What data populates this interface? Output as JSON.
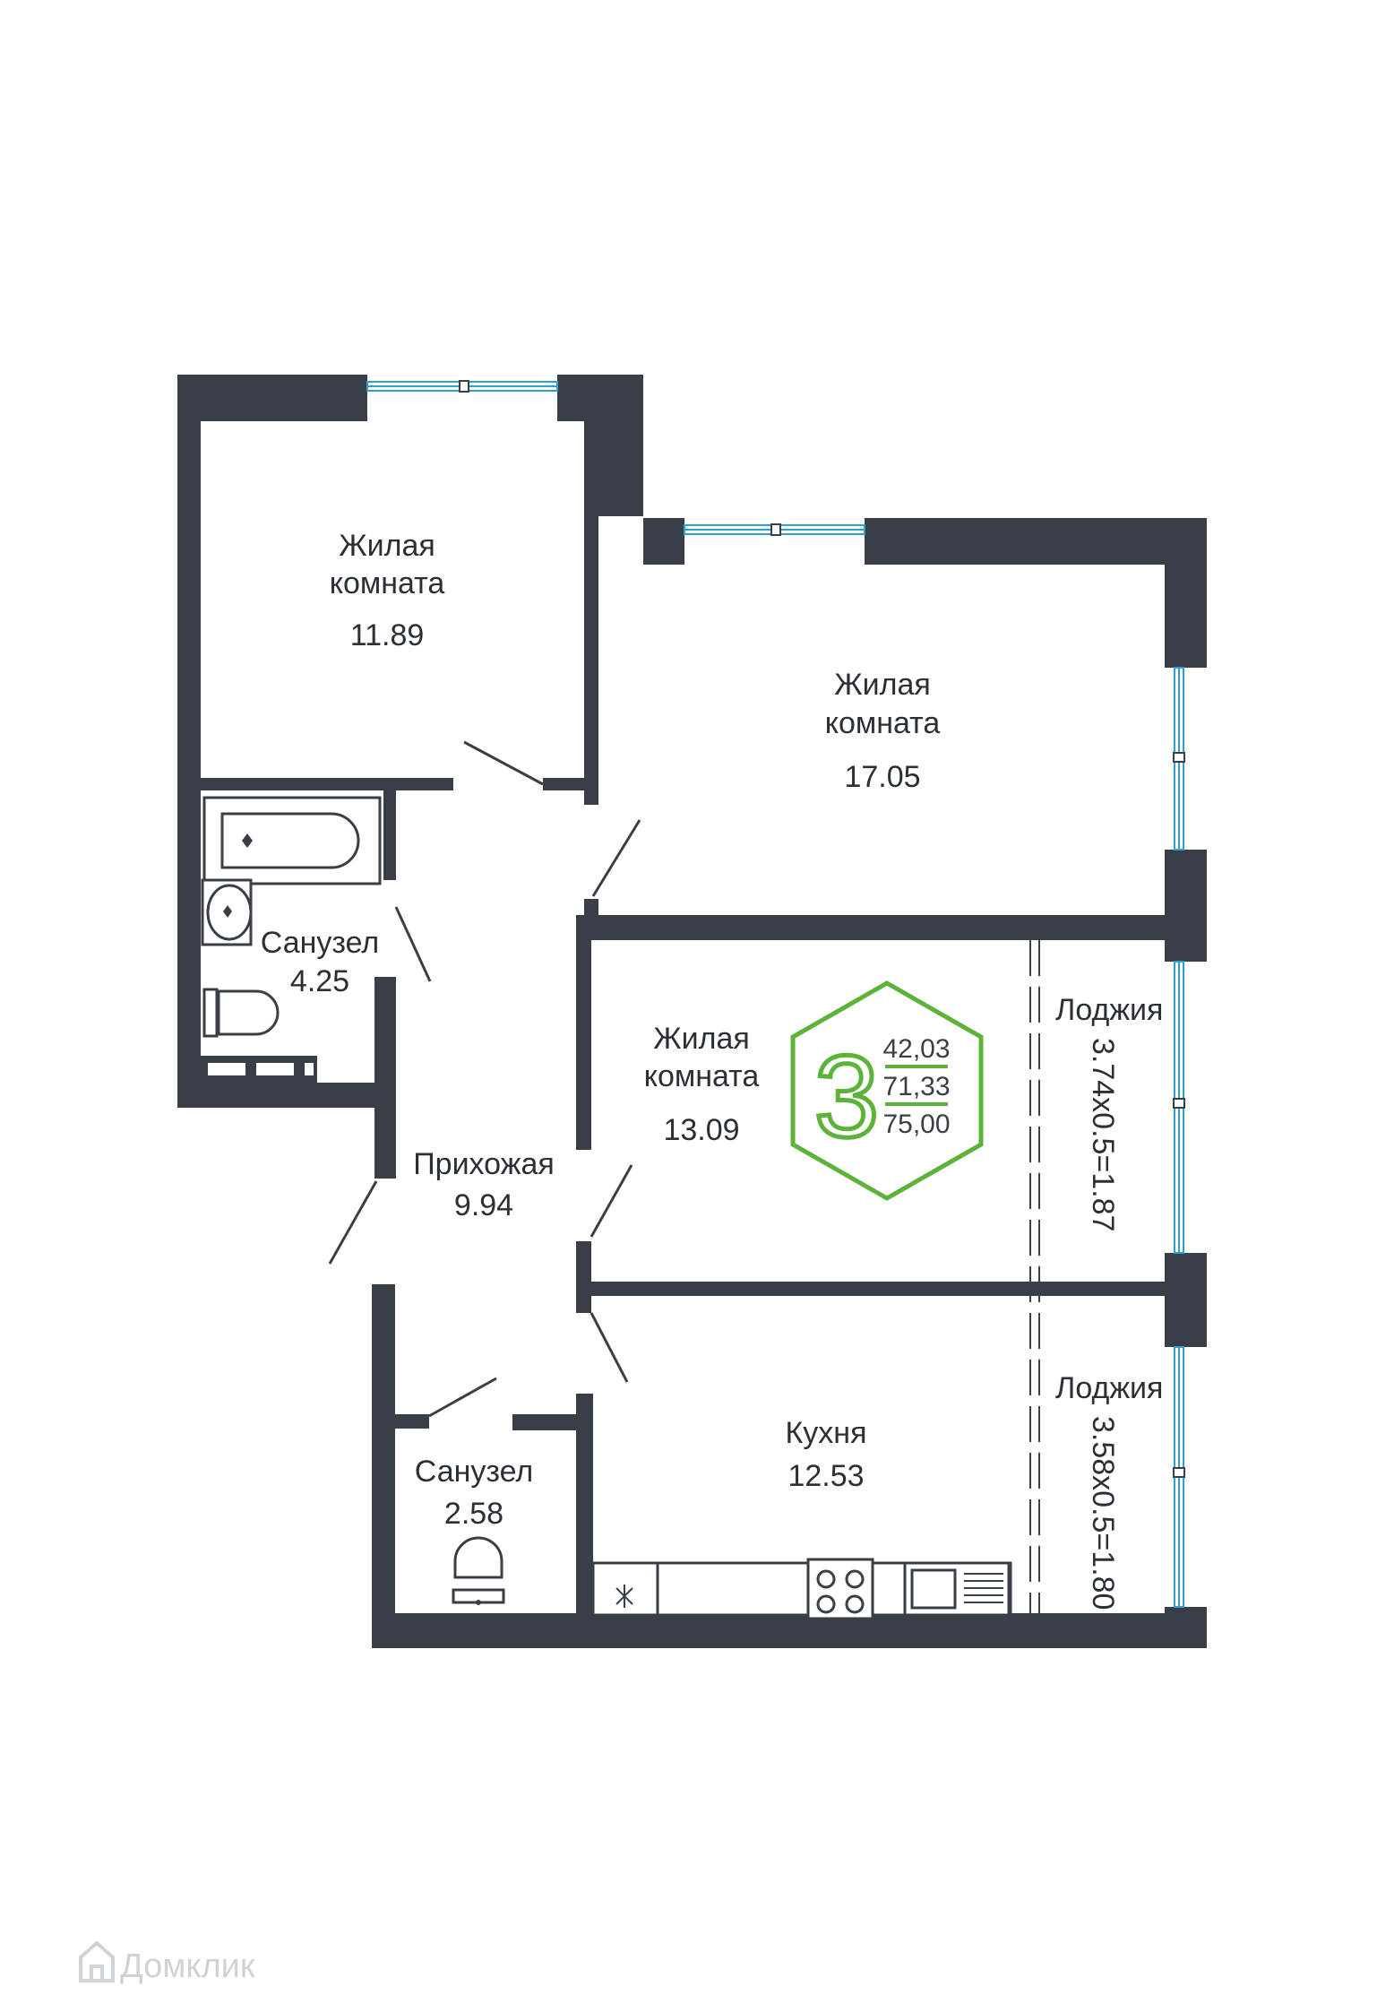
{
  "rooms": {
    "living1": {
      "line1": "Жилая",
      "line2": "комната",
      "area": "11.89"
    },
    "living2": {
      "line1": "Жилая",
      "line2": "комната",
      "area": "17.05"
    },
    "living3": {
      "line1": "Жилая",
      "line2": "комната",
      "area": "13.09"
    },
    "bathroom1": {
      "name": "Санузел",
      "area": "4.25"
    },
    "hallway": {
      "name": "Прихожая",
      "area": "9.94"
    },
    "bathroom2": {
      "name": "Санузел",
      "area": "2.58"
    },
    "kitchen": {
      "name": "Кухня",
      "area": "12.53"
    }
  },
  "loggias": [
    {
      "name": "Лоджия",
      "dims": "3.74x0.5=1.87"
    },
    {
      "name": "Лоджия",
      "dims": "3.58x0.5=1.80"
    }
  ],
  "badge": {
    "rooms_count": "3",
    "living_area": "42,03",
    "total_area": "71,33",
    "total_with_loggias": "75,00"
  },
  "watermark": {
    "text": "Домклик",
    "icon": "house-logo-icon"
  },
  "colors": {
    "wall": "#3a3f47",
    "accent": "#5cb339",
    "window": "#2f9fd0"
  }
}
